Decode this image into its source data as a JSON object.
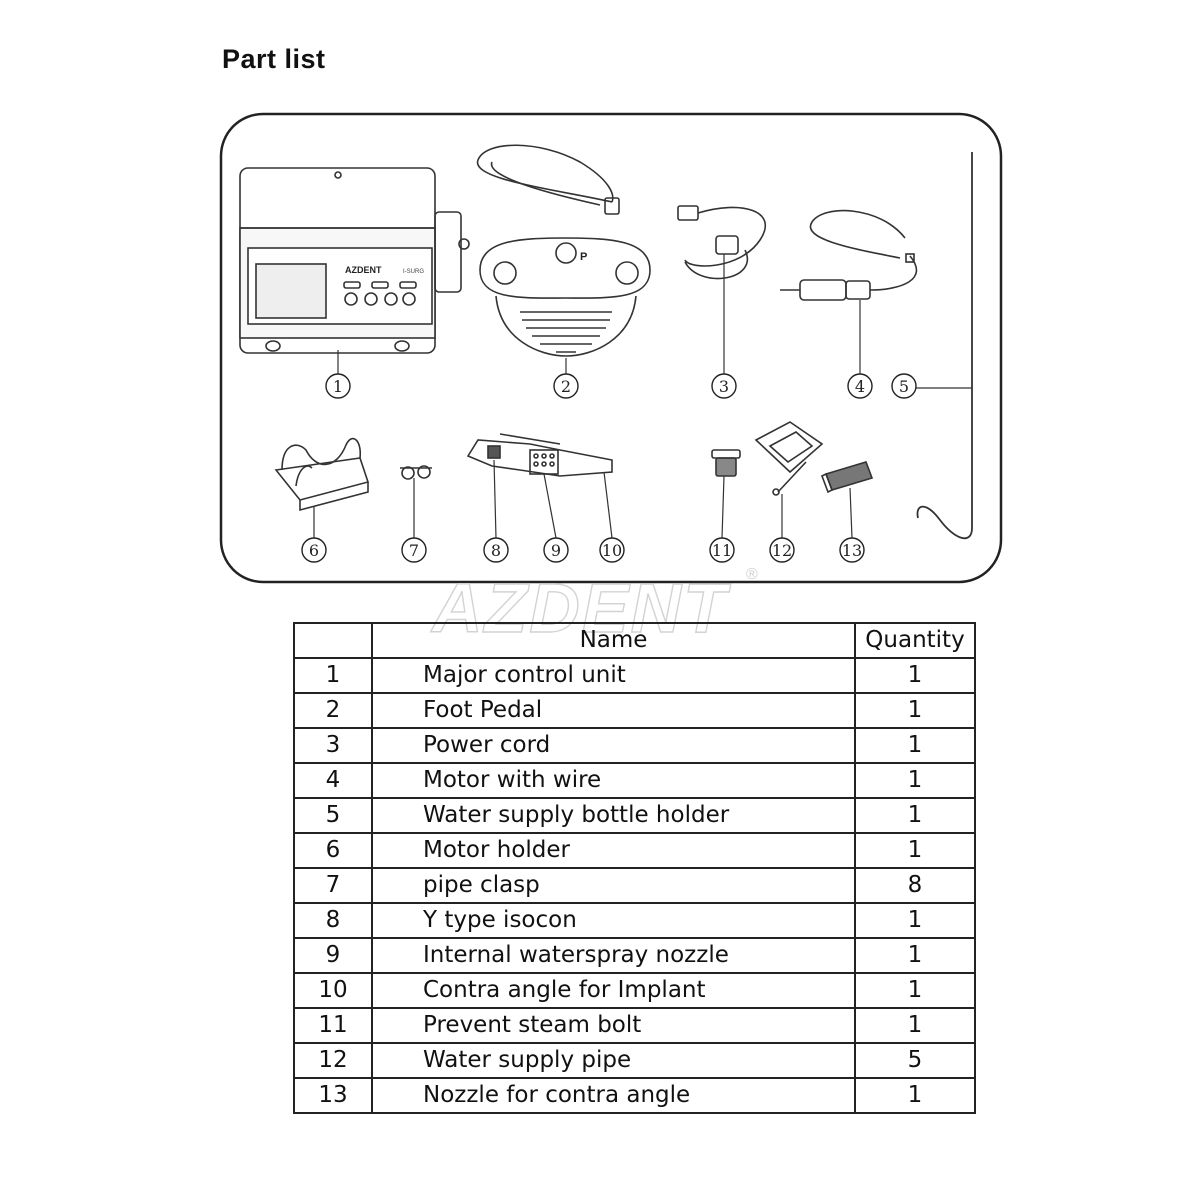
{
  "title": "Part list",
  "brand": {
    "name": "AZDENT",
    "mark": "®",
    "model": "I-SURG"
  },
  "callouts": [
    "1",
    "2",
    "3",
    "4",
    "5",
    "6",
    "7",
    "8",
    "9",
    "10",
    "11",
    "12",
    "13"
  ],
  "pedal_mark": "P",
  "table": {
    "headers": {
      "no": "",
      "name": "Name",
      "qty": "Quantity"
    },
    "rows": [
      {
        "no": "1",
        "name": "Major control unit",
        "qty": "1"
      },
      {
        "no": "2",
        "name": "Foot Pedal",
        "qty": "1"
      },
      {
        "no": "3",
        "name": "Power cord",
        "qty": "1"
      },
      {
        "no": "4",
        "name": "Motor with wire",
        "qty": "1"
      },
      {
        "no": "5",
        "name": "Water supply bottle holder",
        "qty": "1"
      },
      {
        "no": "6",
        "name": "Motor holder",
        "qty": "1"
      },
      {
        "no": "7",
        "name": "pipe clasp",
        "qty": "8"
      },
      {
        "no": "8",
        "name": "Y type isocon",
        "qty": "1"
      },
      {
        "no": "9",
        "name": "Internal waterspray nozzle",
        "qty": "1"
      },
      {
        "no": "10",
        "name": "Contra angle for Implant",
        "qty": "1"
      },
      {
        "no": "11",
        "name": "Prevent steam bolt",
        "qty": "1"
      },
      {
        "no": "12",
        "name": "Water supply pipe",
        "qty": "5"
      },
      {
        "no": "13",
        "name": "Nozzle for contra angle",
        "qty": "1"
      }
    ]
  }
}
